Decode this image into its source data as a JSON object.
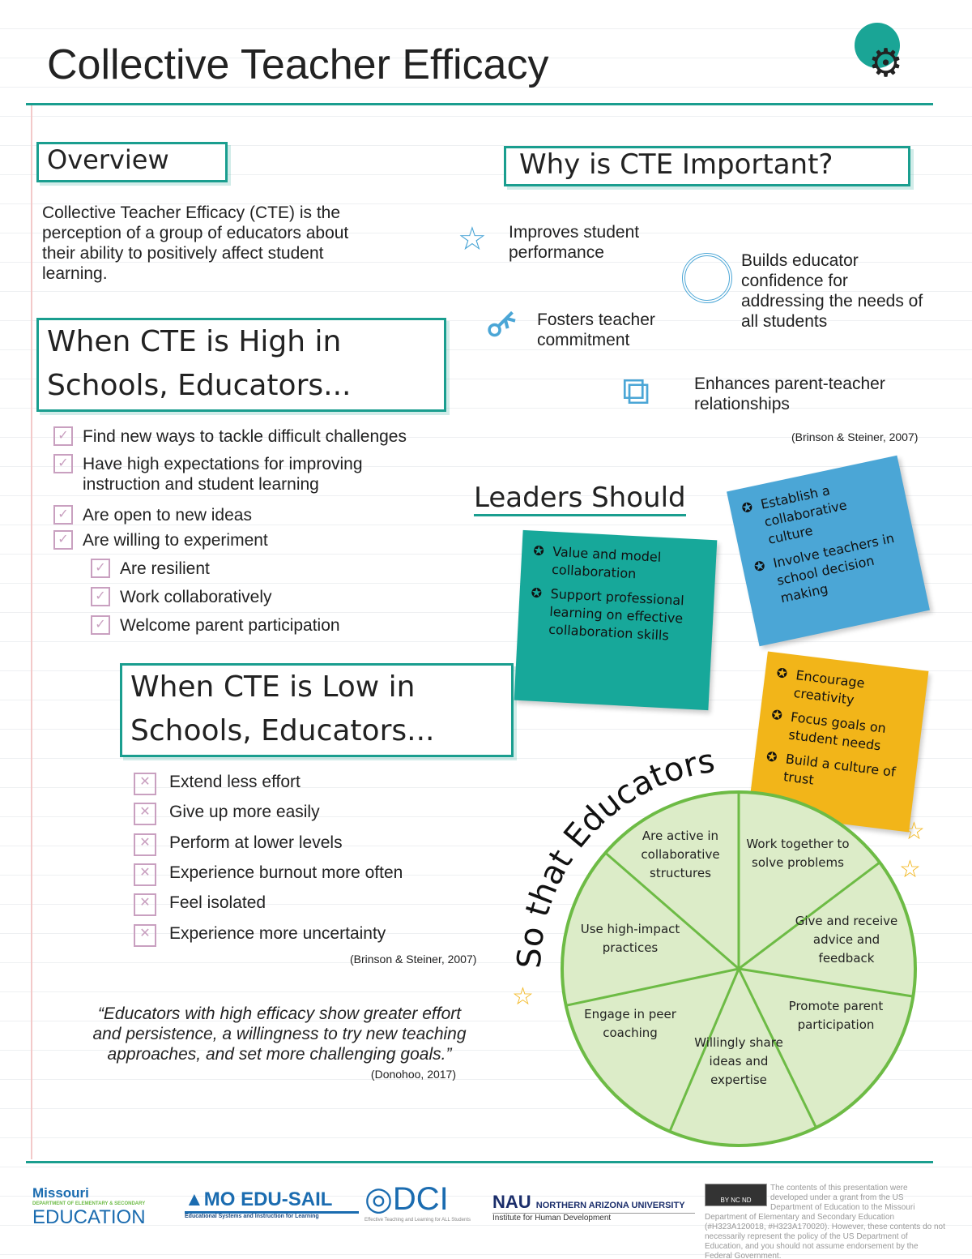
{
  "title": "Collective Teacher Efficacy",
  "overview": {
    "heading": "Overview",
    "text": "Collective Teacher Efficacy (CTE) is the perception of a group of educators about their ability to positively affect student learning."
  },
  "why": {
    "heading": "Why is CTE Important?",
    "items": [
      "Improves student performance",
      "Builds educator confidence for addressing the needs of all students",
      "Fosters teacher commitment",
      "Enhances parent-teacher relationships"
    ],
    "citation": "(Brinson & Steiner, 2007)"
  },
  "high": {
    "heading": "When CTE is High in Schools, Educators...",
    "items": [
      "Find new ways to tackle difficult challenges",
      "Have high expectations for improving instruction and student learning",
      "Are open to new ideas",
      "Are willing to experiment",
      "Are resilient",
      "Work collaboratively",
      "Welcome parent participation"
    ]
  },
  "low": {
    "heading": "When CTE is Low in Schools, Educators...",
    "items": [
      "Extend less effort",
      "Give up more easily",
      "Perform at lower levels",
      "Experience burnout more often",
      "Feel isolated",
      "Experience more uncertainty"
    ],
    "citation": "(Brinson  & Steiner, 2007)"
  },
  "quote": {
    "text": "“Educators with high efficacy show greater effort and persistence, a willingness to try new teaching approaches, and set more challenging goals.”",
    "citation": "(Donohoo, 2017)"
  },
  "leaders": {
    "heading": "Leaders Should",
    "notes": [
      {
        "color": "#17a89a",
        "items": [
          "Value and model collaboration",
          "Support professional learning on effective collaboration skills"
        ]
      },
      {
        "color": "#4ba6d6",
        "items": [
          "Establish a collaborative culture",
          "Involve teachers in school decision making"
        ]
      },
      {
        "color": "#f2b519",
        "items": [
          "Encourage creativity",
          "Focus goals on student needs",
          "Build a culture of trust"
        ]
      }
    ]
  },
  "so_that": "So that Educators",
  "pie": {
    "fill": "#dcecc8",
    "stroke": "#6dbb45",
    "slices": [
      "Work together to solve problems",
      "Give and receive advice and feedback",
      "Promote parent participation",
      "Willingly share ideas and expertise",
      "Engage in peer coaching",
      "Use high-impact practices",
      "Are active in collaborative structures"
    ]
  },
  "footer": {
    "logos": [
      "Missouri Department of Elementary & Secondary Education",
      "MO EDU-SAIL Educational Systems and Instruction for Learning",
      "DCI District Continuous Improvement — Effective Teaching and Learning for ALL Students",
      "NAU Northern Arizona University — Institute for Human Development"
    ],
    "license": "BY NC ND",
    "disclaimer": "The contents of this presentation were developed under a grant from the US Department of Education to the Missouri Department of Elementary and Secondary Education (#H323A120018, #H323A170020). However, these contents do not necessarily represent the policy of the US Department of Education, and you should not assume endorsement by the Federal Government."
  },
  "colors": {
    "teal": "#1a9e8f",
    "green": "#6dbb45",
    "check": "#c9a0c0"
  }
}
